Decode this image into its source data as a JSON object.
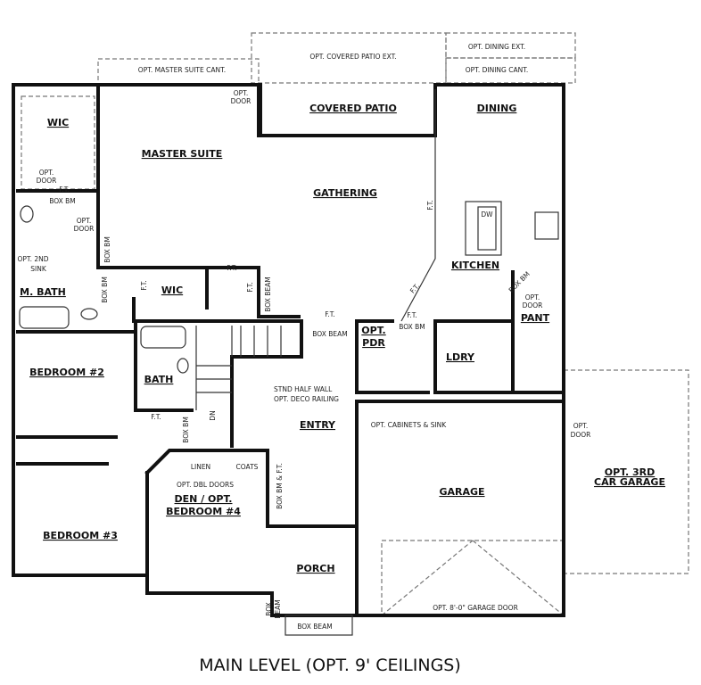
{
  "title": "MAIN LEVEL (OPT. 9' CEILINGS)",
  "rooms": {
    "wic1": "WIC",
    "master_suite": "MASTER SUITE",
    "covered_patio": "COVERED PATIO",
    "dining": "DINING",
    "gathering": "GATHERING",
    "kitchen": "KITCHEN",
    "pant": "PANT",
    "m_bath": "M. BATH",
    "wic2": "WIC",
    "bedroom2": "BEDROOM #2",
    "bath": "BATH",
    "opt_pdr_1": "OPT.",
    "opt_pdr_2": "PDR",
    "ldry": "LDRY",
    "entry": "ENTRY",
    "garage": "GARAGE",
    "third_garage_1": "OPT. 3RD",
    "third_garage_2": "CAR GARAGE",
    "den_1": "DEN / OPT.",
    "den_2": "BEDROOM #4",
    "bedroom3": "BEDROOM #3",
    "porch": "PORCH"
  },
  "notes": {
    "master_cant": "OPT. MASTER SUITE CANT.",
    "patio_ext": "OPT. COVERED PATIO EXT.",
    "dining_ext": "OPT. DINING EXT.",
    "dining_cant": "OPT. DINING CANT.",
    "opt": "OPT.",
    "door": "DOOR",
    "ft": "F.T.",
    "box_bm": "BOX BM",
    "box_beam": "BOX BEAM",
    "opt_2nd": "OPT. 2ND",
    "sink": "SINK",
    "dw": "DW",
    "half_wall": "STND HALF WALL",
    "deco_railing": "OPT. DECO RAILING",
    "dn": "DN",
    "cabinets_sink": "OPT. CABINETS & SINK",
    "linen": "LINEN",
    "coats": "COATS",
    "dbl_doors": "OPT. DBL DOORS",
    "box_bm_ft": "BOX BM & F.T.",
    "box": "BOX",
    "beam": "BEAM",
    "garage_door": "OPT. 8'-0\" GARAGE DOOR"
  }
}
